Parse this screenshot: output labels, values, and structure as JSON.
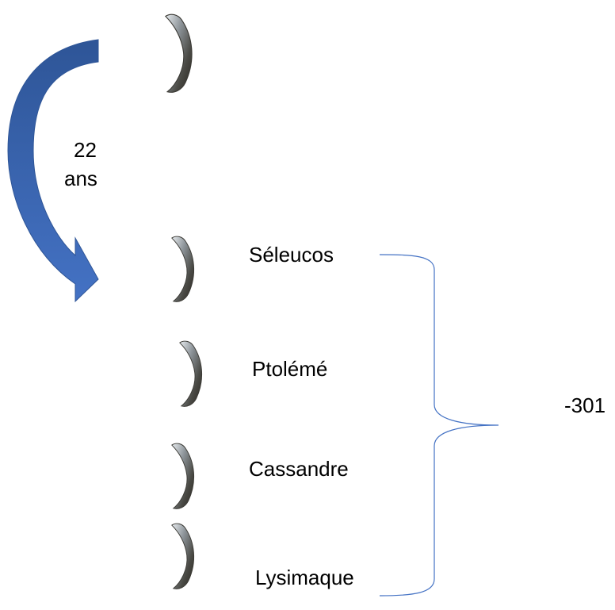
{
  "duration": {
    "number": "22",
    "unit": "ans"
  },
  "names": [
    "Séleucos",
    "Ptolémé",
    "Cassandre",
    "Lysimaque"
  ],
  "year": "-301",
  "colors": {
    "arrow": "#3f6fc4",
    "arrow_dark": "#2e5597",
    "brace": "#4472c4",
    "text": "#000000"
  },
  "horn_count": 5
}
